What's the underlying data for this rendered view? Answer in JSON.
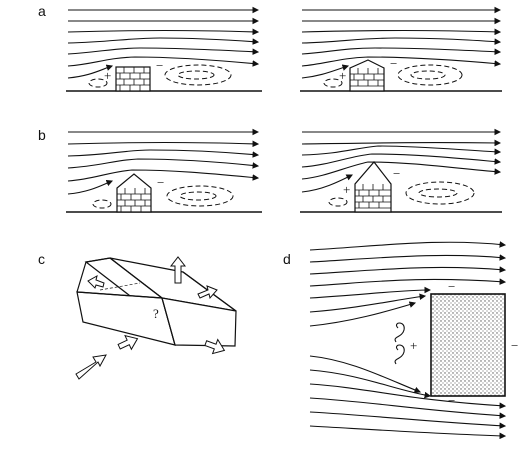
{
  "panels": {
    "a": {
      "label": "a",
      "plus": "+",
      "minus": "−"
    },
    "b": {
      "label": "b",
      "plus": "+",
      "minus": "−"
    },
    "c": {
      "label": "c",
      "question": "?"
    },
    "d": {
      "label": "d",
      "plus": "+",
      "minus": "−"
    }
  },
  "colors": {
    "ink": "#111111",
    "background": "#ffffff",
    "shading": "#bbbbbb"
  }
}
